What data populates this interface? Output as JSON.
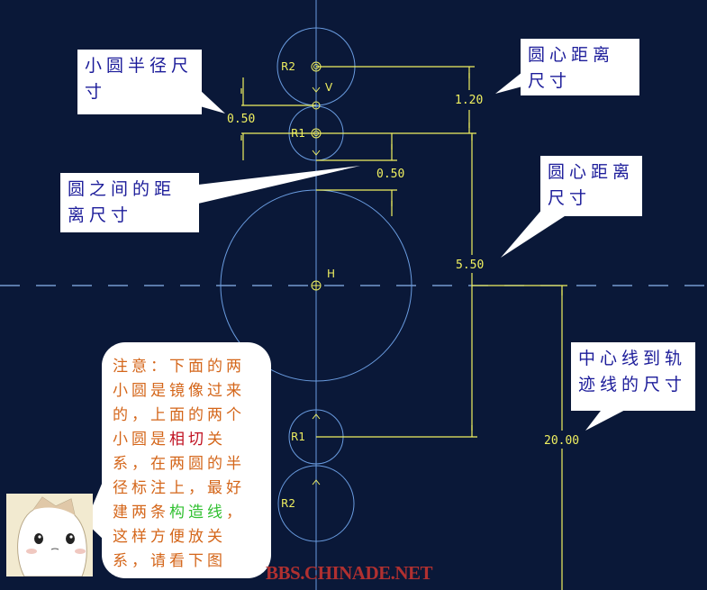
{
  "colors": {
    "background": "#0a1838",
    "geometry": "#6a9ce0",
    "dimension": "#f0f060",
    "callout_text": "#1c1c9a",
    "note_text": "#d4661a",
    "highlight_red": "#c01020",
    "highlight_green": "#30c030",
    "watermark": "#b03030"
  },
  "labels": {
    "r2_top": "R2",
    "r1_top": "R1",
    "r1_bottom": "R1",
    "r2_bottom": "R2",
    "v": "V",
    "h": "H"
  },
  "dimensions": {
    "radius_gap": "0.50",
    "center_top": "1.20",
    "circle_gap": "0.50",
    "center_mid": "5.50",
    "centerline_offset": "20.00"
  },
  "callouts": {
    "small_radius": "小圆半径尺寸",
    "center_distance_1": "圆心距离尺寸",
    "circle_distance": "圆之间的距离尺寸",
    "center_distance_2": "圆心距离尺寸",
    "centerline_to_path": "中心线到轨迹线的尺寸"
  },
  "note": {
    "part1": "注意：下面的两小圆是镜像过来的，上面的两个小圆是",
    "red": "相切",
    "part2": "关系，在两圆的半径标注上，最好建两条",
    "green": "构造线",
    "part3": "，这样方便放关系，请看下图"
  },
  "watermark": "BBS.CHINADE.NET"
}
